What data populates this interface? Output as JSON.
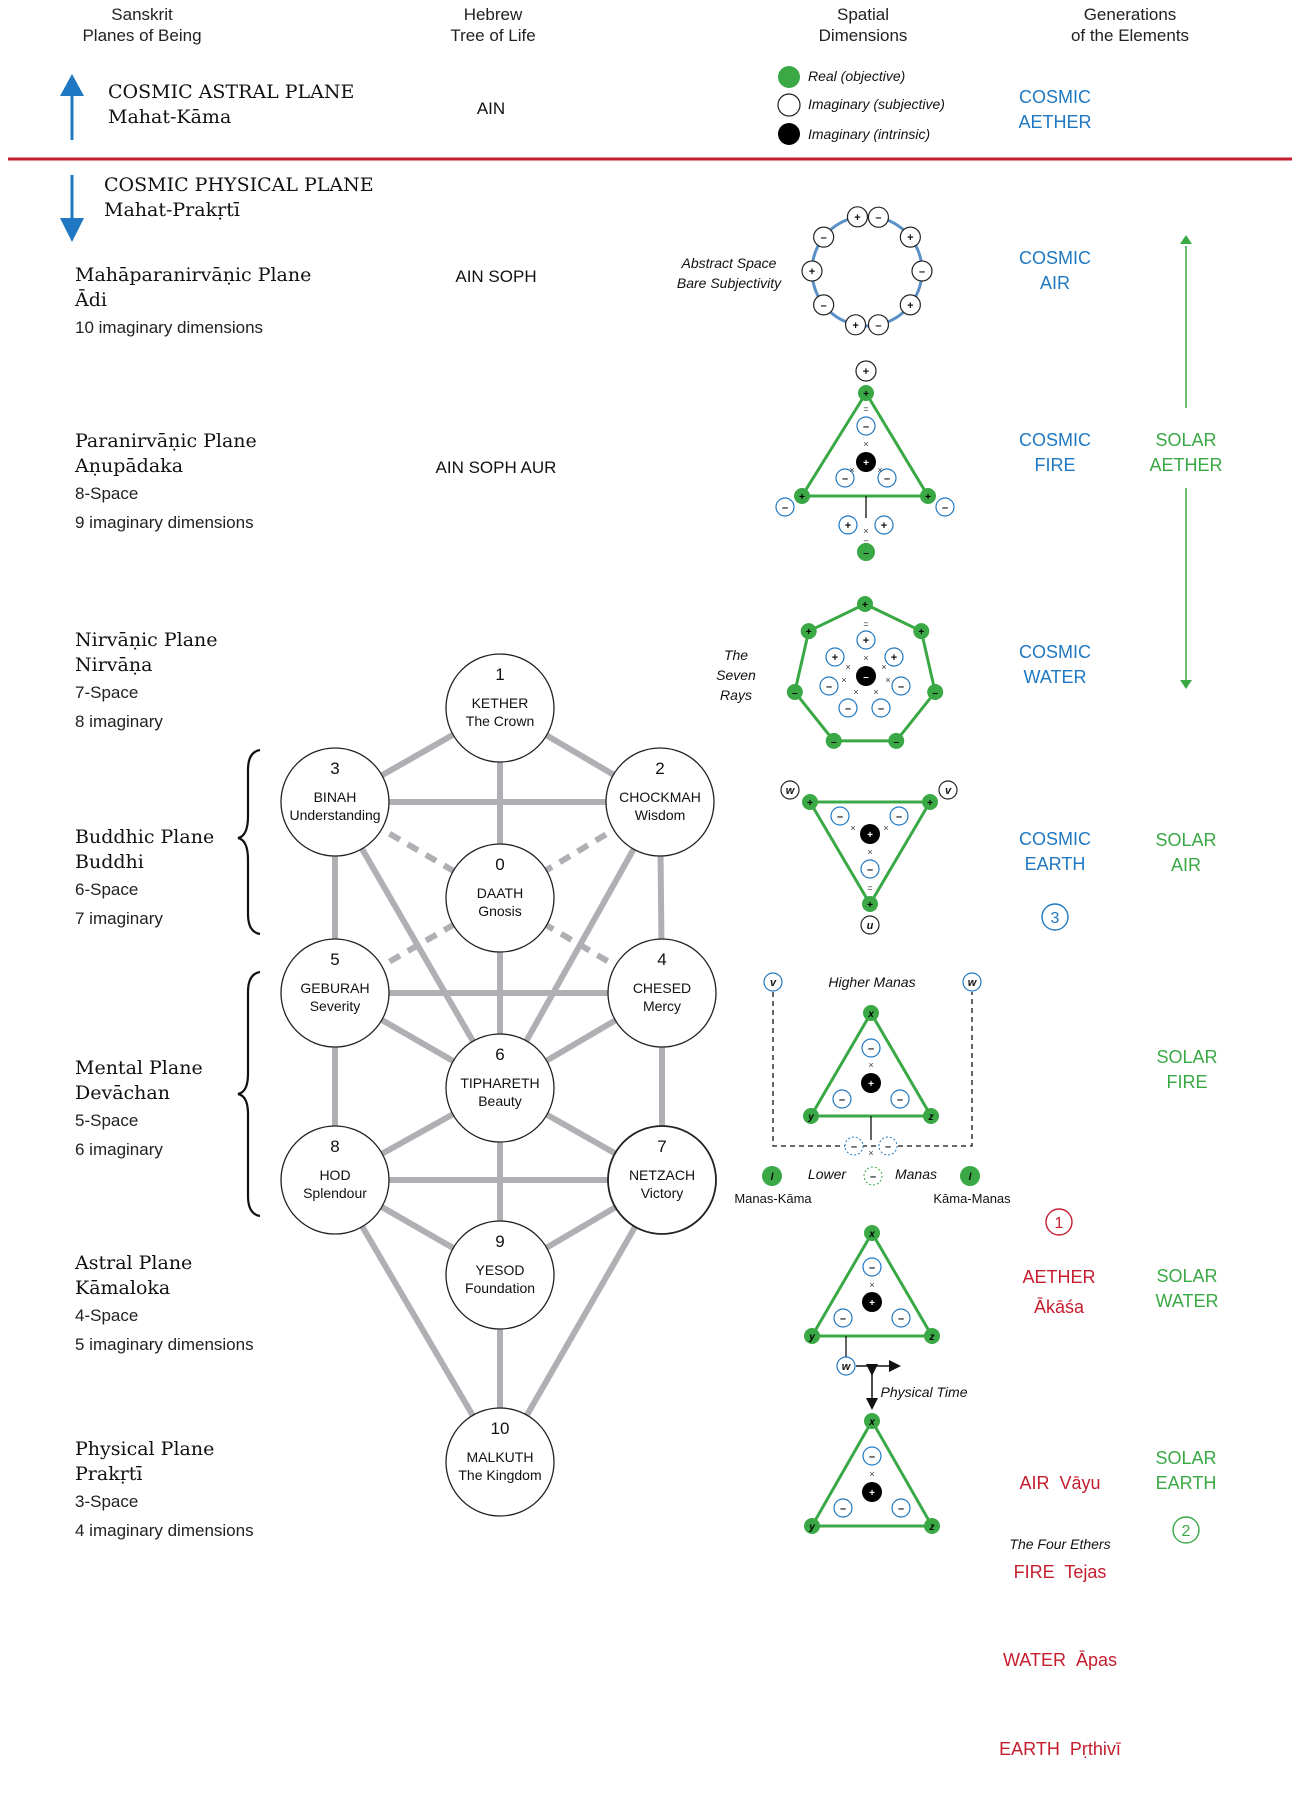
{
  "headers": {
    "sanskrit": [
      "Sanskrit",
      "Planes of Being"
    ],
    "hebrew": [
      "Hebrew",
      "Tree of Life"
    ],
    "spatial": [
      "Spatial",
      "Dimensions"
    ],
    "generations": [
      "Generations",
      "of the Elements"
    ]
  },
  "legend": {
    "real": "Real (objective)",
    "imag_subjective": "Imaginary (subjective)",
    "imag_intrinsic": "Imaginary (intrinsic)"
  },
  "colors": {
    "blue": "#1f78c1",
    "green": "#3aa845",
    "red": "#c51d2d",
    "line_grey": "#b0b0b4"
  },
  "cosmic_astral": {
    "title": "COSMIC ASTRAL PLANE",
    "sub": "Mahat-Kāma",
    "hebrew": "AIN",
    "element": [
      "COSMIC",
      "AETHER"
    ]
  },
  "cosmic_physical": {
    "title": "COSMIC PHYSICAL PLANE",
    "sub": "Mahat-Prakṛtī"
  },
  "planes": [
    {
      "title": "Mahāparanirvāṇic Plane",
      "sub": "Ādi",
      "lines": [
        "10 imaginary dimensions"
      ]
    },
    {
      "title": "Paranirvāṇic Plane",
      "sub": "Aṇupādaka",
      "lines": [
        "8-Space",
        "9 imaginary dimensions"
      ]
    },
    {
      "title": "Nirvāṇic Plane",
      "sub": "Nirvāṇa",
      "lines": [
        "7-Space",
        "8 imaginary"
      ]
    },
    {
      "title": "Buddhic Plane",
      "sub": "Buddhi",
      "lines": [
        "6-Space",
        "7 imaginary"
      ]
    },
    {
      "title": "Mental Plane",
      "sub": "Devāchan",
      "lines": [
        "5-Space",
        "6 imaginary"
      ]
    },
    {
      "title": "Astral Plane",
      "sub": "Kāmaloka",
      "lines": [
        "4-Space",
        "5 imaginary dimensions"
      ]
    },
    {
      "title": "Physical Plane",
      "sub": "Prakṛtī",
      "lines": [
        "3-Space",
        "4 imaginary dimensions"
      ]
    }
  ],
  "hebrew_labels": {
    "ain_soph": "AIN SOPH",
    "ain_soph_aur": "AIN SOPH AUR"
  },
  "cosmic_elements": [
    [
      "COSMIC",
      "AIR"
    ],
    [
      "COSMIC",
      "FIRE"
    ],
    [
      "COSMIC",
      "WATER"
    ],
    [
      "COSMIC",
      "EARTH"
    ]
  ],
  "solar_elements": {
    "aether": [
      "SOLAR",
      "AETHER"
    ],
    "air": [
      "SOLAR",
      "AIR"
    ],
    "fire": [
      "SOLAR",
      "FIRE"
    ],
    "water": [
      "SOLAR",
      "WATER"
    ],
    "earth": [
      "SOLAR",
      "EARTH"
    ]
  },
  "circled_numbers": {
    "three": "3",
    "one": "1",
    "two": "2"
  },
  "aether_akasha": [
    "AETHER",
    "Ākāśa"
  ],
  "ethers": [
    "AIR  Vāyu",
    "FIRE  Tejas",
    "WATER  Āpas",
    "EARTH  Pṛthivī"
  ],
  "ethers_caption": "The Four Ethers",
  "sephiroth": [
    {
      "num": "1",
      "name": "KETHER",
      "meaning": "The Crown"
    },
    {
      "num": "2",
      "name": "CHOCKMAH",
      "meaning": "Wisdom"
    },
    {
      "num": "3",
      "name": "BINAH",
      "meaning": "Understanding"
    },
    {
      "num": "0",
      "name": "DAATH",
      "meaning": "Gnosis"
    },
    {
      "num": "4",
      "name": "CHESED",
      "meaning": "Mercy"
    },
    {
      "num": "5",
      "name": "GEBURAH",
      "meaning": "Severity"
    },
    {
      "num": "6",
      "name": "TIPHARETH",
      "meaning": "Beauty"
    },
    {
      "num": "7",
      "name": "NETZACH",
      "meaning": "Victory"
    },
    {
      "num": "8",
      "name": "HOD",
      "meaning": "Splendour"
    },
    {
      "num": "9",
      "name": "YESOD",
      "meaning": "Foundation"
    },
    {
      "num": "10",
      "name": "MALKUTH",
      "meaning": "The Kingdom"
    }
  ],
  "diagram_labels": {
    "abstract_space": [
      "Abstract Space",
      "Bare Subjectivity"
    ],
    "seven_rays": [
      "The",
      "Seven",
      "Rays"
    ],
    "higher_manas": "Higher Manas",
    "lower": "Lower",
    "manas": "Manas",
    "manas_kama": "Manas-Kāma",
    "kama_manas": "Kāma-Manas",
    "physical_time": "Physical Time"
  },
  "symbols": {
    "plus": "+",
    "minus": "–",
    "times": "×",
    "v": "v",
    "w": "w",
    "u": "u",
    "x": "x",
    "y": "y",
    "z": "z",
    "lv": "l",
    "lv_sub": "V",
    "lw_sub": "W"
  }
}
